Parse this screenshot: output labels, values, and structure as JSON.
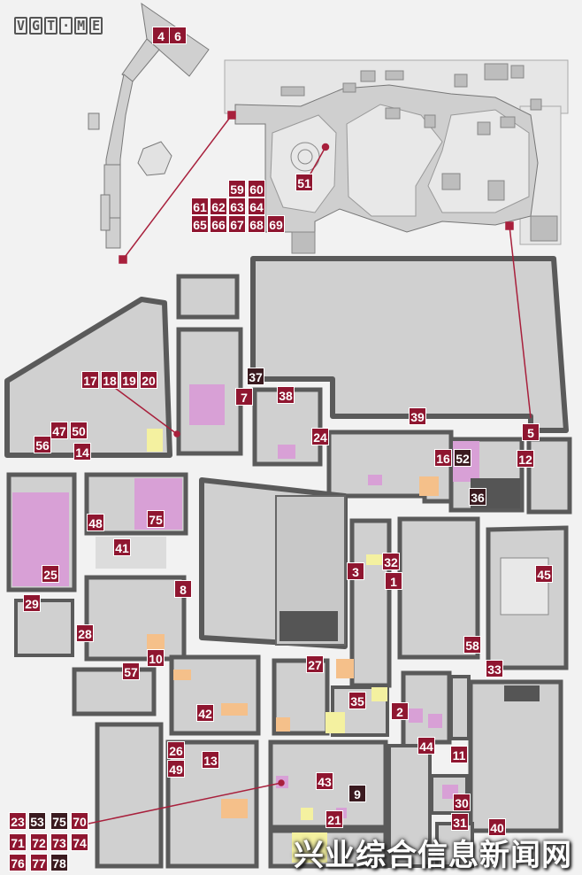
{
  "logo": {
    "letters": [
      "V",
      "G",
      "T",
      "·",
      "M",
      "E"
    ]
  },
  "watermark": "兴业综合信息新闻网",
  "colors": {
    "building": "#d0d0d0",
    "outline": "#5a5a5a",
    "lightmap": "#e6e6e6",
    "marker": "#8f1630",
    "pink": "#d8a0d6",
    "yellow": "#f4f1a0",
    "orange": "#f5c08a"
  },
  "markers": [
    {
      "id": "m-4",
      "label": "4"
    },
    {
      "id": "m-6",
      "label": "6"
    },
    {
      "id": "m-59",
      "label": "59"
    },
    {
      "id": "m-60",
      "label": "60"
    },
    {
      "id": "m-61",
      "label": "61"
    },
    {
      "id": "m-62",
      "label": "62"
    },
    {
      "id": "m-63",
      "label": "63"
    },
    {
      "id": "m-64",
      "label": "64"
    },
    {
      "id": "m-65",
      "label": "65"
    },
    {
      "id": "m-66",
      "label": "66"
    },
    {
      "id": "m-67",
      "label": "67"
    },
    {
      "id": "m-68",
      "label": "68"
    },
    {
      "id": "m-69",
      "label": "69"
    },
    {
      "id": "m-51",
      "label": "51"
    },
    {
      "id": "m-37",
      "label": "37"
    },
    {
      "id": "m-7",
      "label": "7"
    },
    {
      "id": "m-38",
      "label": "38"
    },
    {
      "id": "m-17",
      "label": "17"
    },
    {
      "id": "m-18",
      "label": "18"
    },
    {
      "id": "m-19",
      "label": "19"
    },
    {
      "id": "m-20",
      "label": "20"
    },
    {
      "id": "m-47",
      "label": "47"
    },
    {
      "id": "m-50",
      "label": "50"
    },
    {
      "id": "m-56",
      "label": "56"
    },
    {
      "id": "m-14",
      "label": "14"
    },
    {
      "id": "m-24",
      "label": "24"
    },
    {
      "id": "m-39",
      "label": "39"
    },
    {
      "id": "m-5",
      "label": "5"
    },
    {
      "id": "m-16",
      "label": "16"
    },
    {
      "id": "m-52",
      "label": "52"
    },
    {
      "id": "m-12",
      "label": "12"
    },
    {
      "id": "m-36",
      "label": "36"
    },
    {
      "id": "m-48",
      "label": "48"
    },
    {
      "id": "m-75a",
      "label": "75"
    },
    {
      "id": "m-41",
      "label": "41"
    },
    {
      "id": "m-25",
      "label": "25"
    },
    {
      "id": "m-8",
      "label": "8"
    },
    {
      "id": "m-29",
      "label": "29"
    },
    {
      "id": "m-28",
      "label": "28"
    },
    {
      "id": "m-10",
      "label": "10"
    },
    {
      "id": "m-3",
      "label": "3"
    },
    {
      "id": "m-32",
      "label": "32"
    },
    {
      "id": "m-1",
      "label": "1"
    },
    {
      "id": "m-45",
      "label": "45"
    },
    {
      "id": "m-58",
      "label": "58"
    },
    {
      "id": "m-33",
      "label": "33"
    },
    {
      "id": "m-57",
      "label": "57"
    },
    {
      "id": "m-27",
      "label": "27"
    },
    {
      "id": "m-35",
      "label": "35"
    },
    {
      "id": "m-42",
      "label": "42"
    },
    {
      "id": "m-2",
      "label": "2"
    },
    {
      "id": "m-44",
      "label": "44"
    },
    {
      "id": "m-11",
      "label": "11"
    },
    {
      "id": "m-26",
      "label": "26"
    },
    {
      "id": "m-49",
      "label": "49"
    },
    {
      "id": "m-13",
      "label": "13"
    },
    {
      "id": "m-43",
      "label": "43"
    },
    {
      "id": "m-9",
      "label": "9"
    },
    {
      "id": "m-30",
      "label": "30"
    },
    {
      "id": "m-31",
      "label": "31"
    },
    {
      "id": "m-40",
      "label": "40"
    },
    {
      "id": "m-21",
      "label": "21"
    },
    {
      "id": "m-23",
      "label": "23"
    },
    {
      "id": "m-53",
      "label": "53"
    },
    {
      "id": "m-75b",
      "label": "75"
    },
    {
      "id": "m-70",
      "label": "70"
    },
    {
      "id": "m-71",
      "label": "71"
    },
    {
      "id": "m-72",
      "label": "72"
    },
    {
      "id": "m-73",
      "label": "73"
    },
    {
      "id": "m-74",
      "label": "74"
    },
    {
      "id": "m-76",
      "label": "76"
    },
    {
      "id": "m-77",
      "label": "77"
    },
    {
      "id": "m-78",
      "label": "78"
    }
  ]
}
